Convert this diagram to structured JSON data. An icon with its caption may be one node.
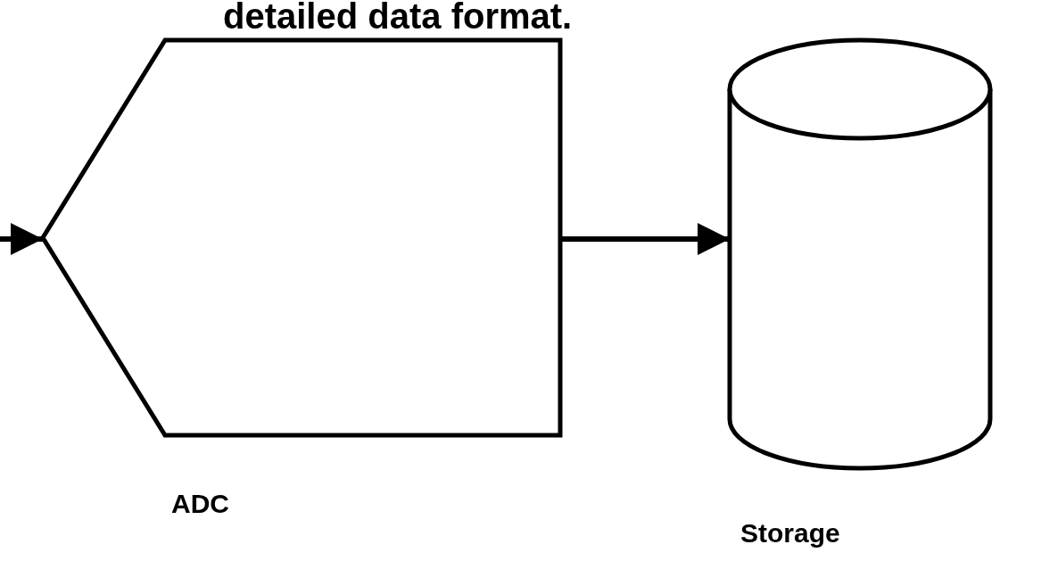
{
  "diagram": {
    "title": "detailed data format.",
    "nodes": [
      {
        "text": [
          "ADC"
        ]
      },
      {
        "text": [
          "Storage"
        ]
      }
    ],
    "edges": [
      {
        "from": null,
        "to": 0,
        "arrow": "to"
      },
      {
        "from": 0,
        "to": 1,
        "arrow": "to"
      }
    ]
  }
}
